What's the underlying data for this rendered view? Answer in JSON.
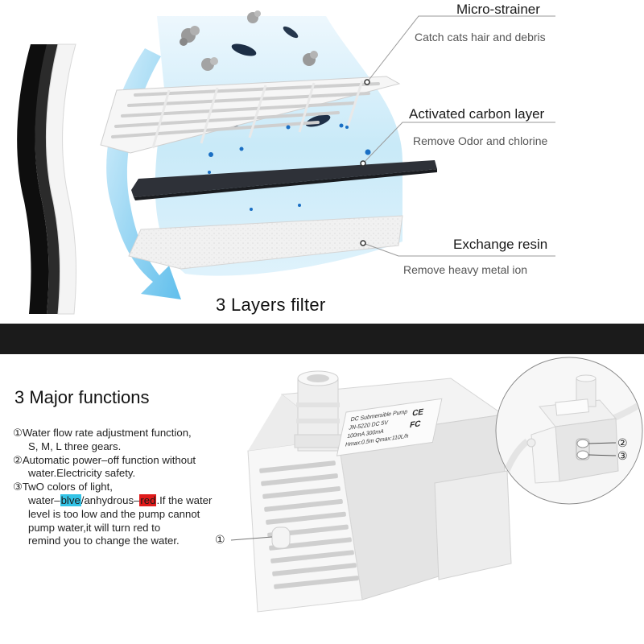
{
  "layers": {
    "micro_strainer": {
      "title": "Micro-strainer",
      "desc": "Catch cats hair and debris"
    },
    "carbon": {
      "title": "Activated carbon layer",
      "desc": "Remove Odor and chlorine"
    },
    "resin": {
      "title": "Exchange resin",
      "desc": "Remove heavy metal ion"
    },
    "heading": "3 Layers filter"
  },
  "functions": {
    "heading": "3 Major functions",
    "items": {
      "f1_line1": "①Water flow rate adjustment function,",
      "f1_line2": "S, M, L three gears.",
      "f2_line1": "②Automatic power–off function without",
      "f2_line2": "water.Electricity safety.",
      "f3_line1": "③TwO colors of light,",
      "f3_pre": "water–",
      "f3_blue": "blve",
      "f3_mid": "/anhydrous–",
      "f3_red": "red",
      "f3_post": ".If the water",
      "f3_line3": "level is too low and the pump cannot",
      "f3_line4": "pump water,it will turn red to",
      "f3_line5": "remind you to change the water."
    }
  },
  "pump": {
    "marker_1": "①",
    "marker_2": "②",
    "marker_3": "③",
    "label_lines": [
      "DC Submersible Pump",
      "JN-5220 DC 5V",
      "100mA 300mA",
      "Hmax:0.5m Qmax:110L/h"
    ],
    "cert_marks": [
      "CE",
      "FC"
    ]
  },
  "colors": {
    "band": "#1b1b1b",
    "flow_blue": "#bfe6f7",
    "highlight_blue": "#33c3e6",
    "highlight_red": "#e01b1b"
  }
}
